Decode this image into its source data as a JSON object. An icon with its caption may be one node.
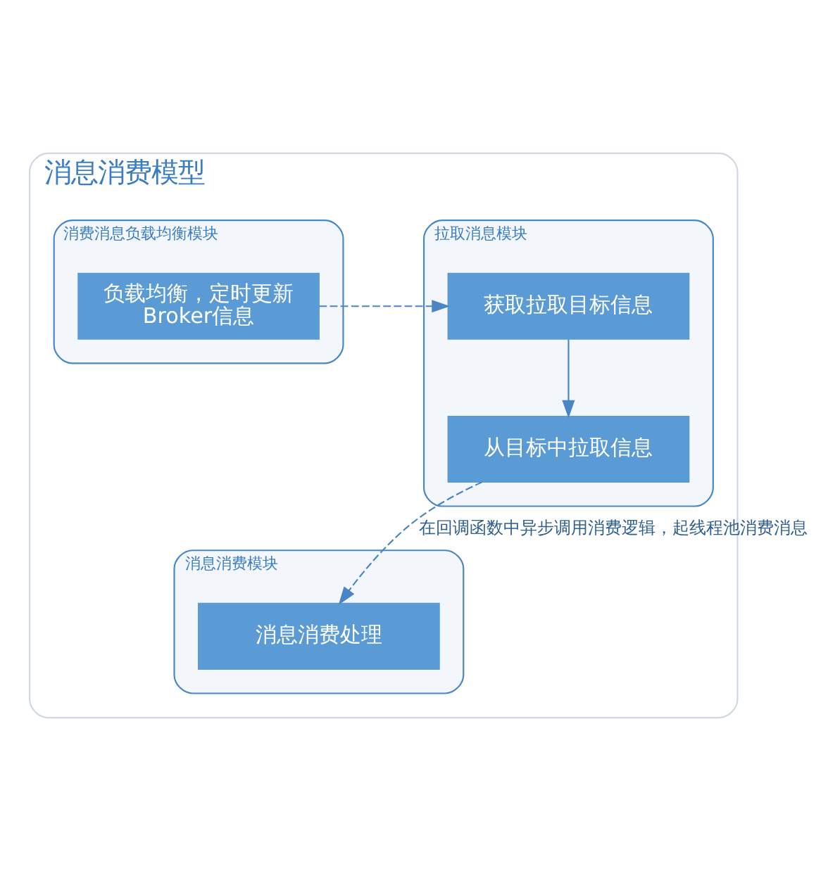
{
  "diagram": {
    "nodes": [
      {
        "text": [
          "消息消费模型"
        ]
      },
      {
        "text": [
          "拉取消息模块"
        ],
        "in": 0
      },
      {
        "text": [
          "获取拉取目标信息"
        ],
        "in": 1
      },
      {
        "text": [
          "从目标中拉取信息"
        ],
        "in": 1
      },
      {
        "text": [
          "消费消息负载均衡模块"
        ],
        "in": 0
      },
      {
        "text": [
          "负载均衡，定时更新Broker信息"
        ],
        "in": 4
      },
      {
        "text": [
          "消息消费模块"
        ],
        "in": 0
      },
      {
        "text": [
          "消息消费处理"
        ],
        "in": 6
      }
    ],
    "edges": [
      {
        "from": 5,
        "to": 2,
        "arrow": "to",
        "style": "dashed"
      },
      {
        "from": 2,
        "to": 3,
        "arrow": "to"
      },
      {
        "from": 3,
        "to": 7,
        "arrow": "to",
        "style": "dashed",
        "label": "在回调函数中异步调用消费逻辑，起线程池消费消息"
      }
    ]
  }
}
